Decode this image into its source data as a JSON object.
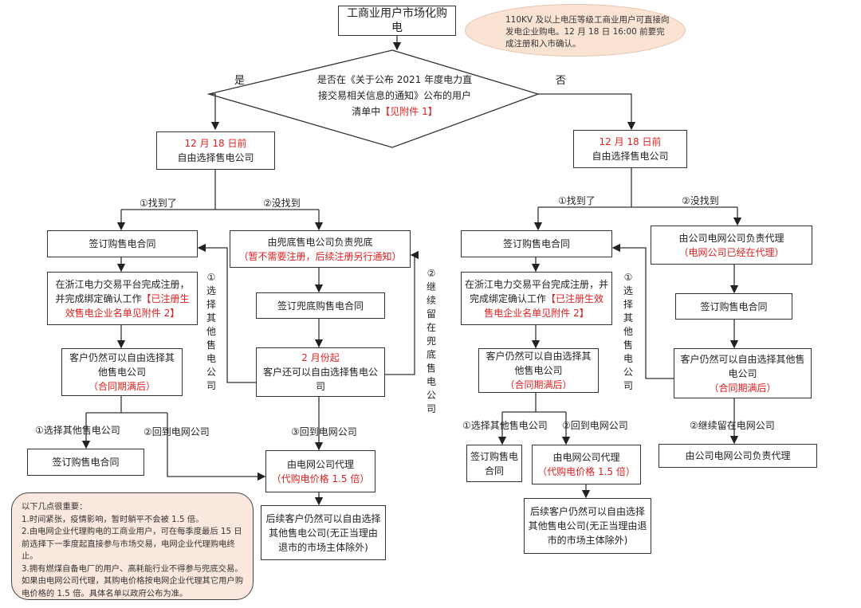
{
  "title": "工商业用户市场化购电",
  "ellipse_note": "110KV 及以上电压等级工商业用户可直接向发电企业购电。12 月 18 日 16:00 前要完成注册和入市确认。",
  "decision": {
    "text": "是否在《关于公布 2021 年度电力直接交易相关信息的通知》公布的用户清单中",
    "highlight": "【见附件 1】",
    "yes": "是",
    "no": "否"
  },
  "left": {
    "deadline": {
      "red": "12 月 18 日前",
      "text": "自由选择售电公司"
    },
    "found": "①找到了",
    "not_found": "②没找到",
    "sign_contract": "签订购售电合同",
    "register": {
      "text": "在浙江电力交易平台完成注册，并完成绑定确认工作",
      "red": "【已注册生效售电企业名单见附件 2】"
    },
    "free_choice": {
      "text": "客户仍然可以自由选择其他售电公司",
      "red": "（合同期满后）"
    },
    "choose_other": "①选择其他售电公司",
    "back_grid": "②回到电网公司",
    "sign_contract_2": "签订购售电合同",
    "fallback": {
      "text": "由兜底售电公司负责兜底",
      "red": "（暂不需要注册，后续注册另行通知）"
    },
    "sign_fallback": "签订兜底购售电合同",
    "from_feb": {
      "red": "2 月份起",
      "text": "客户还可以自由选择售电公司"
    },
    "back_grid_3": "③回到电网公司",
    "grid_agent": {
      "text": "由电网公司代理",
      "red": "（代购电价格 1.5 倍）"
    },
    "later": "后续客户仍然可以自由选择其他售电公司(无正当理由退市的市场主体除外)",
    "loop_choose_other": "①选择其他售电公司",
    "loop_stay": "②继续留在兜底售电公司"
  },
  "right": {
    "deadline": {
      "red": "12 月 18 日前",
      "text": "自由选择售电公司"
    },
    "found": "①找到了",
    "not_found": "②没找到",
    "sign_contract": "签订购售电合同",
    "register": {
      "text": "在浙江电力交易平台完成注册，并完成绑定确认工作",
      "red": "【已注册生效售电企业名单见附件 2】"
    },
    "free_choice": {
      "text": "客户仍然可以自由选择其他售电公司",
      "red": "（合同期满后）"
    },
    "choose_other": "①选择其他售电公司",
    "back_grid": "②回到电网公司",
    "sign_contract_2": "签订购售电合同",
    "grid_agent": {
      "text": "由电网公司代理",
      "red": "（代购电价格 1.5 倍）"
    },
    "later": "后续客户仍然可以自由选择其他售电公司(无正当理由退市的市场主体除外)",
    "grid_proxy": {
      "text": "由公司电网公司负责代理",
      "red": "（电网公司已经在代理）"
    },
    "sign_contract_3": "签订购售电合同",
    "free_choice_2": {
      "text": "客户仍然可以自由选择其他售电公司",
      "red": "（合同期满后）"
    },
    "stay_grid": "②继续留在电网公司",
    "grid_proxy_2": "由公司电网公司负责代理",
    "loop_choose_other": "①选择其他售电公司"
  },
  "notes": {
    "heading": "以下几点很重要：",
    "items": [
      "1.时间紧张，疫情影响，暂时躺平不会被 1.5 倍。",
      "2.由电网企业代理购电的工商业用户，可在每季度最后 15 日前选择下一季度起直接参与市场交易，电网企业代理购电终止。",
      "3.拥有燃煤自备电厂的用户、高耗能行业不得参与兜底交易。如果由电网公司代理，其购电价格按电网企业代理其它用户购电价格的 1.5 倍。具体名单以政府公布为准。"
    ]
  },
  "colors": {
    "highlight": "#e02020",
    "note_fill": "#fbe8de",
    "ellipse_fill": "#fbe3d4"
  }
}
